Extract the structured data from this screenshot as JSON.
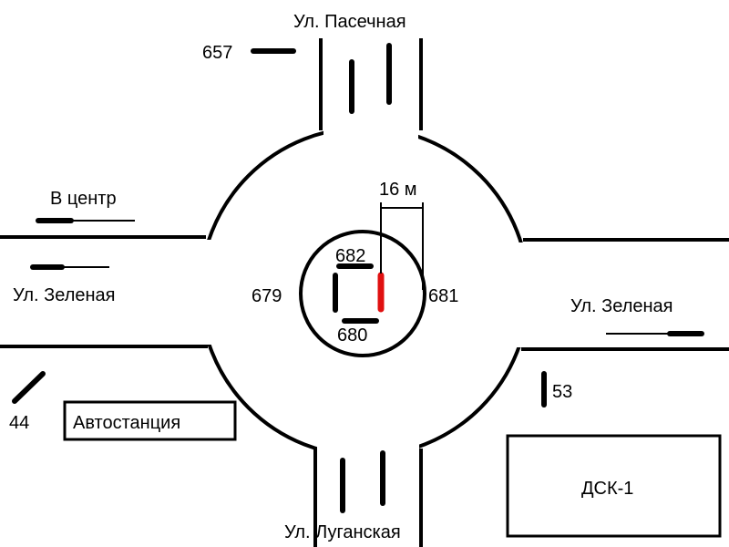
{
  "streets": {
    "top": "Ул. Пасечная",
    "left_upper": "В центр",
    "left_lower": "Ул. Зеленая",
    "right": "Ул. Зеленая",
    "bottom": "Ул. Луганская"
  },
  "buildings": {
    "bus_station": "Автостанция",
    "dsk": "ДСК-1"
  },
  "markers": {
    "m657": "657",
    "m682": "682",
    "m679": "679",
    "m681": "681",
    "m680": "680",
    "m53": "53",
    "m44": "44"
  },
  "dimension": "16 м",
  "colors": {
    "highlight": "#e01010",
    "line": "#000000"
  }
}
